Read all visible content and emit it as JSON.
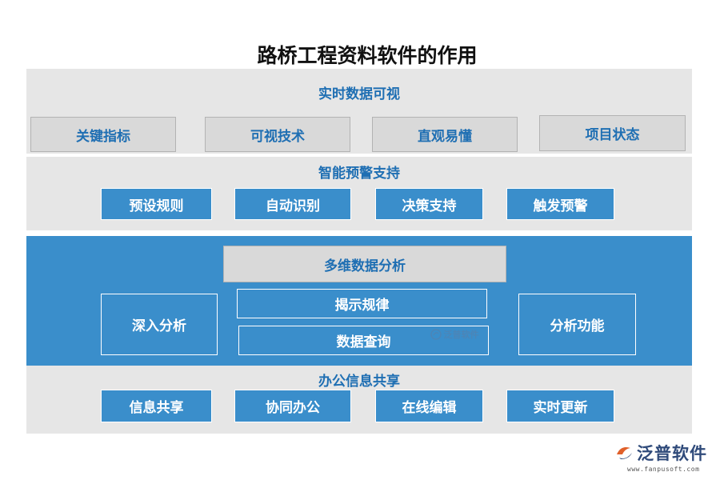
{
  "title": "路桥工程资料软件的作用",
  "sections": {
    "realtime": {
      "title": "实时数据可视",
      "items": [
        "关键指标",
        "可视技术",
        "直观易懂",
        "项目状态"
      ]
    },
    "warning": {
      "title": "智能预警支持",
      "items": [
        "预设规则",
        "自动识别",
        "决策支持",
        "触发预警"
      ]
    },
    "analysis": {
      "title": "多维数据分析",
      "left": "深入分析",
      "center": [
        "揭示规律",
        "数据查询"
      ],
      "right": "分析功能"
    },
    "office": {
      "title": "办公信息共享",
      "items": [
        "信息共享",
        "协同办公",
        "在线编辑",
        "实时更新"
      ]
    }
  },
  "watermark": {
    "text": "泛普软件"
  },
  "logo": {
    "brand": "泛普软件",
    "url": "www.fanpusoft.com"
  },
  "colors": {
    "accent_blue": "#3a8ecb",
    "title_blue": "#1f6fb3",
    "panel_gray": "#e6e6e6",
    "box_gray": "#d9d9d9"
  }
}
